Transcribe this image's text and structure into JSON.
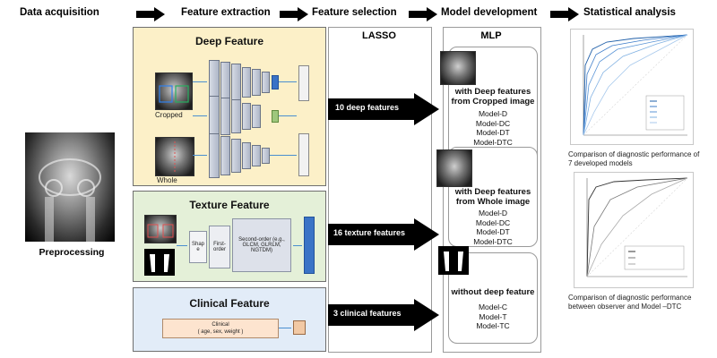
{
  "stages": {
    "data_acquisition": "Data acquisition",
    "feature_extraction": "Feature extraction",
    "feature_selection": "Feature selection",
    "model_development": "Model development",
    "statistical_analysis": "Statistical analysis"
  },
  "preprocessing": "Preprocessing",
  "deep": {
    "title": "Deep Feature",
    "cropped": "Cropped",
    "whole": "Whole"
  },
  "texture": {
    "title": "Texture Feature",
    "shape": "Shap e",
    "first_order": "First- order",
    "second_order": "Second-order (e.g., GLCM, GLRLM, NGTDM)"
  },
  "clinical": {
    "title": "Clinical Feature",
    "bar_label": "Clinical",
    "bar_sub": "( age, sex, weight )"
  },
  "lasso": "LASSO",
  "mlp": "MLP",
  "features": {
    "deep": "10 deep features",
    "texture": "16 texture features",
    "clinical": "3 clinical features"
  },
  "models": [
    {
      "title_lines": [
        "with Deep features",
        "from Cropped image"
      ],
      "items": [
        "Model-D",
        "Model-DC",
        "Model-DT",
        "Model-DTC"
      ]
    },
    {
      "title_lines": [
        "with Deep features",
        "from Whole image"
      ],
      "items": [
        "Model-D",
        "Model-DC",
        "Model-DT",
        "Model-DTC"
      ]
    },
    {
      "title_lines": [
        "without deep feature"
      ],
      "items": [
        "Model-C",
        "Model-T",
        "Model-TC"
      ]
    }
  ],
  "analysis": {
    "roc1_caption": "Comparison of diagnostic performance of 7 developed models",
    "roc2_caption": "Comparison of diagnostic performance between observer and Model –DTC"
  },
  "colors": {
    "deep_panel": "#fcf0c8",
    "texture_panel": "#e4f0d8",
    "clinical_panel": "#e2ecf8",
    "arrow": "#000000"
  }
}
